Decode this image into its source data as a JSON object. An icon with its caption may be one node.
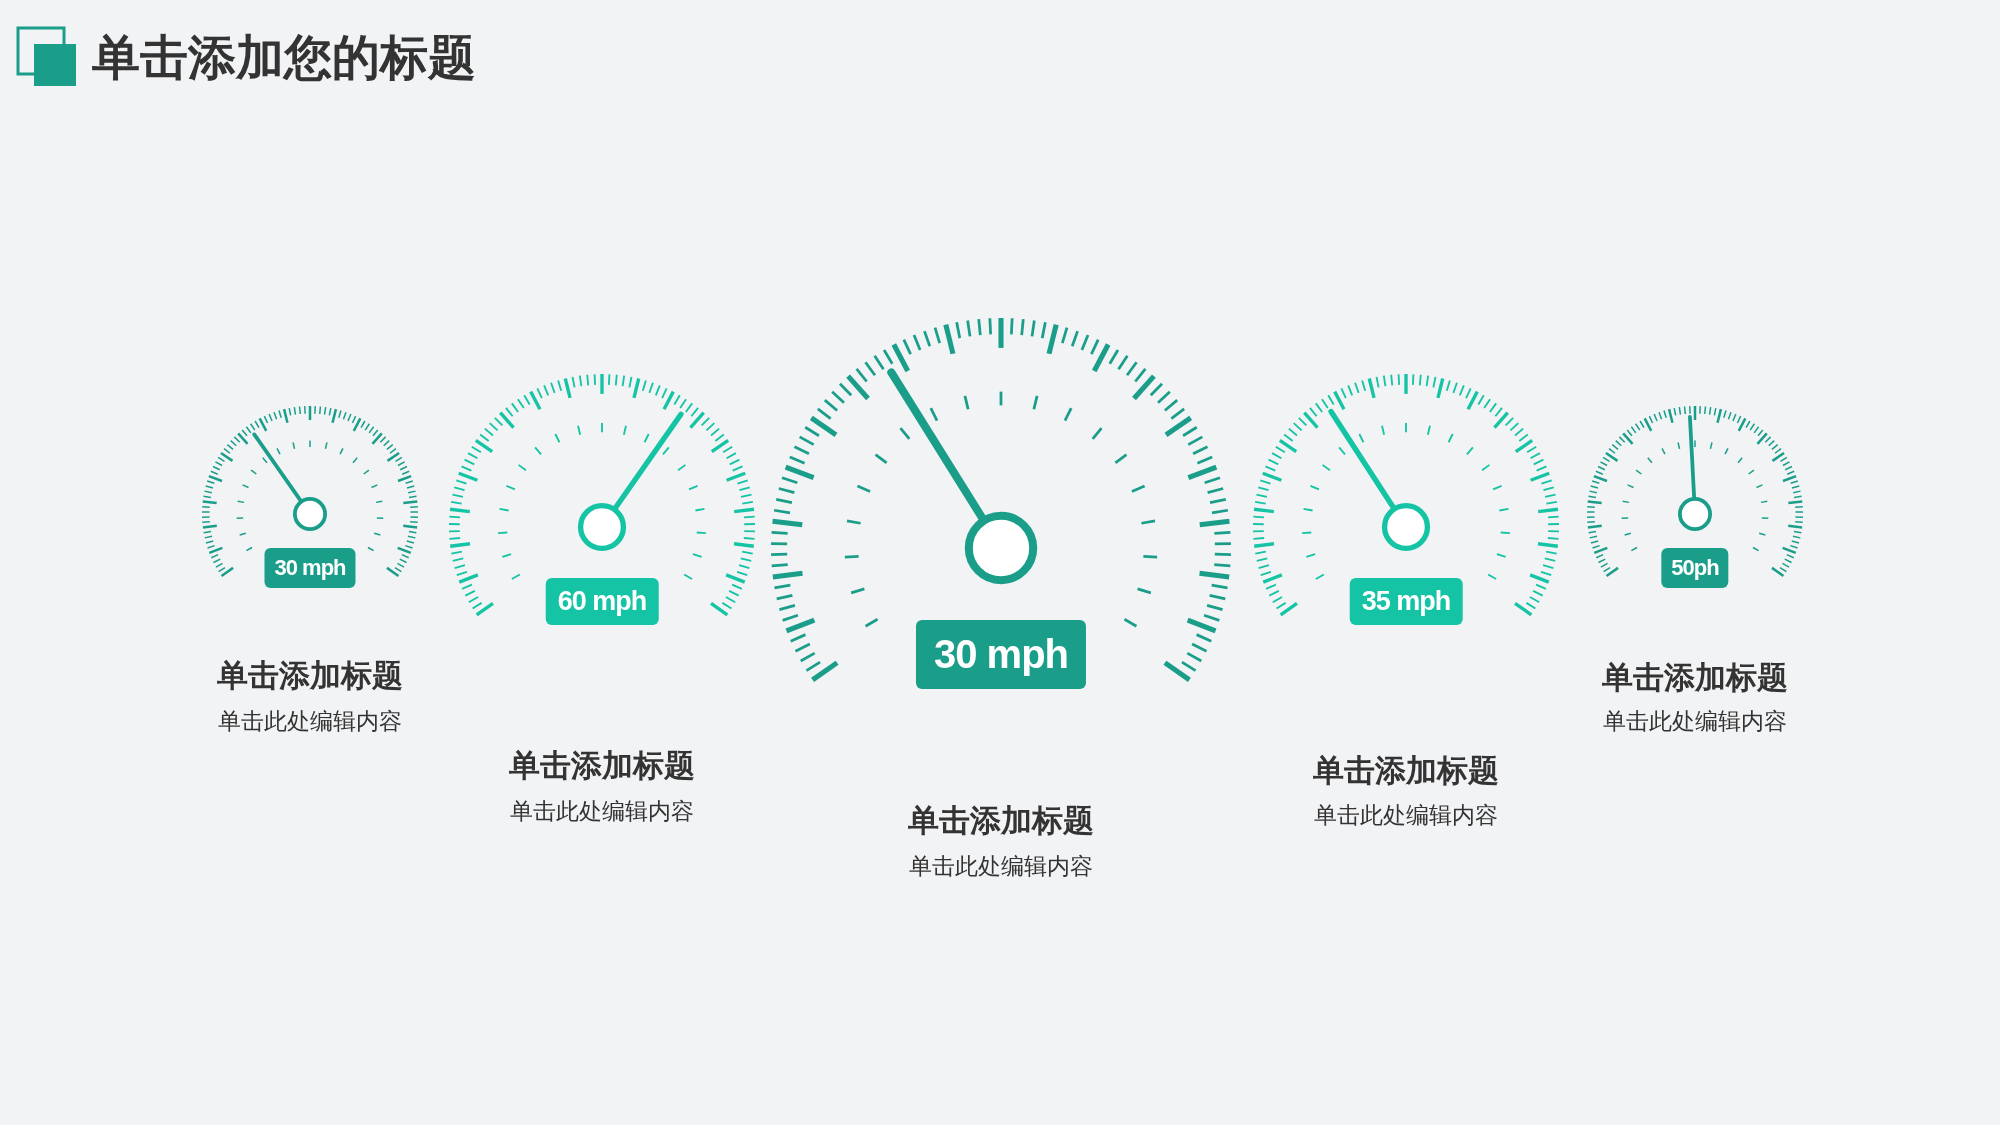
{
  "diagram": {
    "title": "单击添加您的标题",
    "nodes": [
      {
        "text": [
          "30 mph"
        ],
        "beside": [
          "单击添加标题",
          "单击此处编辑内容"
        ]
      },
      {
        "text": [
          "60 mph"
        ],
        "beside": [
          "单击添加标题",
          "单击此处编辑内容"
        ]
      },
      {
        "text": [
          "30 mph"
        ],
        "beside": [
          "单击添加标题",
          "单击此处编辑内容"
        ]
      },
      {
        "text": [
          "35 mph"
        ],
        "beside": [
          "单击添加标题",
          "单击此处编辑内容"
        ]
      },
      {
        "text": [
          "50ph"
        ],
        "beside": [
          "单击添加标题",
          "单击此处编辑内容"
        ]
      }
    ]
  }
}
